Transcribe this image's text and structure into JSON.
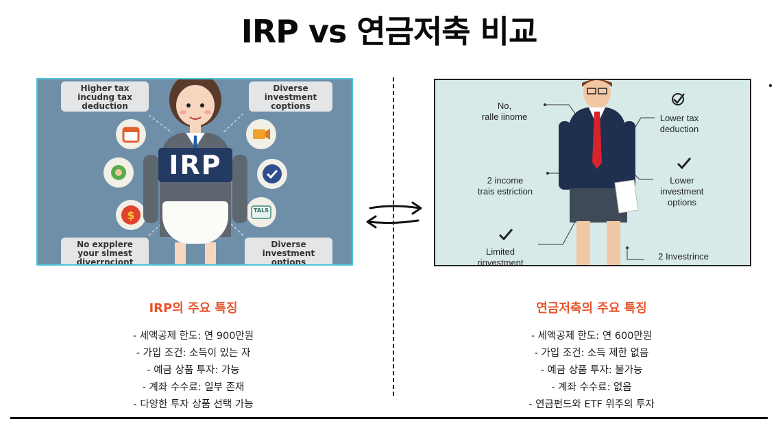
{
  "title": "IRP vs 연금저축 비교",
  "left_image": {
    "sign": "IRP",
    "bubbles": [
      "Higher tax\nincudng tax\ndeduction",
      "Diverse\ninvestment\ncoptions",
      "No expplere\nyour slmest\ndiverrnciont",
      "Diverse\ninvestment\noptions"
    ],
    "icon_tals": "TALS"
  },
  "right_image": {
    "annotations": [
      "No,\nralle iinome",
      "Lower tax\ndeduction",
      "2 income\ntrais estriction",
      "Lower\ninvestment\noptions",
      "Limited\nrinvestment",
      "2 Investrince"
    ]
  },
  "irp": {
    "heading": "IRP의 주요 특징",
    "features": [
      "- 세액공제 한도: 연 900만원",
      "- 가입 조건: 소득이 있는 자",
      "- 예금 상품 투자: 가능",
      "- 계좌 수수료: 일부 존재",
      "- 다양한 투자 상품 선택 가능"
    ]
  },
  "pension": {
    "heading": "연금저축의 주요 특징",
    "features": [
      "- 세액공제 한도: 연 600만원",
      "- 가입 조건: 소득 제한 없음",
      "- 예금 상품 투자: 불가능",
      "- 계좌 수수료: 없음",
      "- 연금펀드와 ETF 위주의 투자"
    ]
  },
  "colors": {
    "accent": "#e8552c",
    "left_bg": "#6f8fa9",
    "right_bg": "#d7eae8",
    "sign_bg": "#233a63"
  }
}
